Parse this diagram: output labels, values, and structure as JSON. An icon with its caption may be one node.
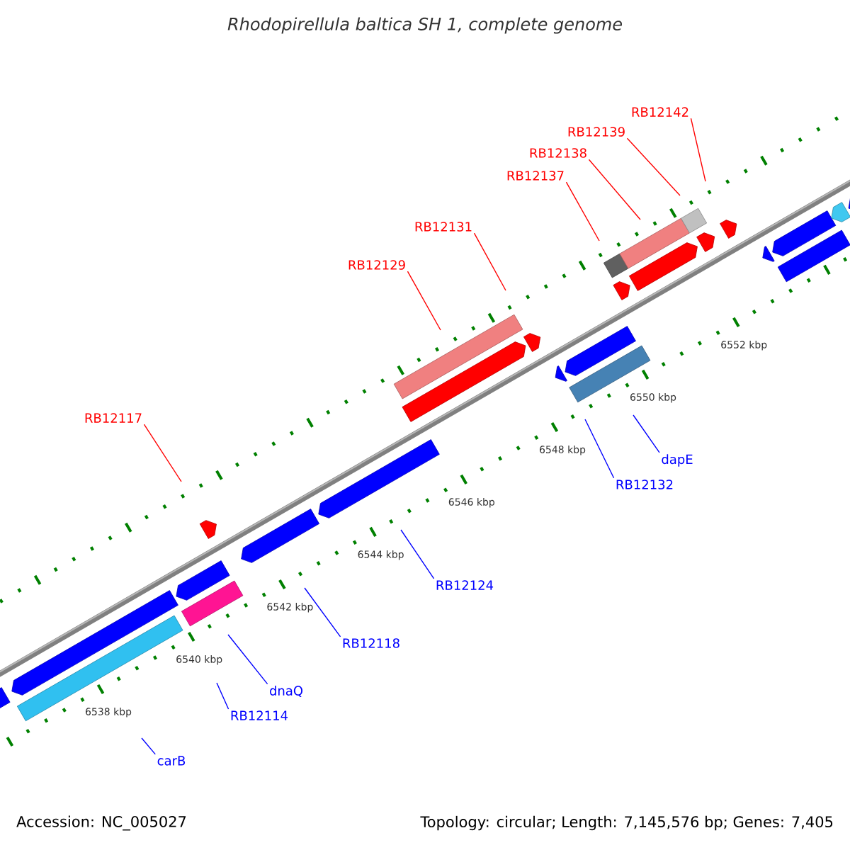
{
  "diagram": {
    "title": "Rhodopirellula baltica SH 1, complete genome",
    "nodes": [
      {
        "text": [
          "RB12142"
        ]
      },
      {
        "text": [
          "RB12139"
        ]
      },
      {
        "text": [
          "RB12138"
        ]
      },
      {
        "text": [
          "RB12137"
        ]
      },
      {
        "text": [
          "RB12131"
        ]
      },
      {
        "text": [
          "RB12129"
        ]
      },
      {
        "text": [
          "RB12117"
        ]
      },
      {
        "text": [
          "dapE"
        ]
      },
      {
        "text": [
          "RB12132"
        ]
      },
      {
        "text": [
          "RB12124"
        ]
      },
      {
        "text": [
          "RB12118"
        ]
      },
      {
        "text": [
          "dnaQ"
        ]
      },
      {
        "text": [
          "RB12114"
        ]
      },
      {
        "text": [
          "carB"
        ]
      }
    ],
    "edges": [
      {
        "from": 0,
        "to": null,
        "arrow": "none"
      },
      {
        "from": 1,
        "to": null,
        "arrow": "none"
      },
      {
        "from": 2,
        "to": null,
        "arrow": "none"
      },
      {
        "from": 3,
        "to": null,
        "arrow": "none"
      },
      {
        "from": 4,
        "to": null,
        "arrow": "none"
      },
      {
        "from": 5,
        "to": null,
        "arrow": "none"
      },
      {
        "from": 6,
        "to": null,
        "arrow": "none"
      },
      {
        "from": 7,
        "to": null,
        "arrow": "none",
        "color": "#0000ff"
      },
      {
        "from": 8,
        "to": null,
        "arrow": "none",
        "color": "#0000ff"
      },
      {
        "from": 9,
        "to": null,
        "arrow": "none",
        "color": "#0000ff"
      },
      {
        "from": 10,
        "to": null,
        "arrow": "none",
        "color": "#0000ff"
      },
      {
        "from": 11,
        "to": null,
        "arrow": "none",
        "color": "#0000ff"
      },
      {
        "from": 12,
        "to": null,
        "arrow": "none",
        "color": "#0000ff"
      },
      {
        "from": 13,
        "to": null,
        "arrow": "none",
        "color": "#0000ff"
      }
    ],
    "labels": [
      "6552 kbp",
      "6550 kbp",
      "6548 kbp",
      "6546 kbp",
      "6544 kbp",
      "6542 kbp",
      "6540 kbp",
      "6538 kbp",
      "Accession: NC_005027",
      "Topology: circular; Length: 7,145,576 bp; Genes: 7,405"
    ]
  }
}
